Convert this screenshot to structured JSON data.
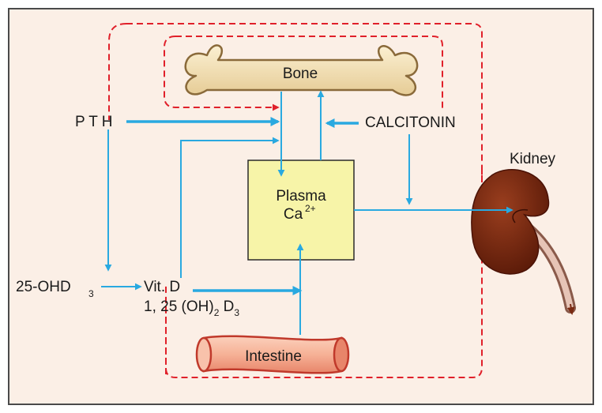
{
  "labels": {
    "bone": "Bone",
    "intestine": "Intestine",
    "kidney": "Kidney",
    "pth": "P T H",
    "calcitonin": "CALCITONIN",
    "plasma_line1": "Plasma",
    "plasma_ca": "Ca",
    "plasma_charge": "2+",
    "ohd_prefix": "25-OHD",
    "ohd_sub": "3",
    "vitd_line1": "Vit. D",
    "vitd_line2_a": "1, 25 (OH)",
    "vitd_line2_sub1": "2",
    "vitd_line2_b": " D",
    "vitd_line2_sub2": "3"
  },
  "colors": {
    "background": "#fbefe6",
    "arrow_blue": "#29a9e0",
    "dashed_red": "#e0202a",
    "plasma_box": "#f7f4a8",
    "bone_fill": "#f0dcae",
    "bone_stroke": "#8a6a3a",
    "intestine_fill": "#f4a98a",
    "intestine_stroke": "#c0392b",
    "kidney_fill": "#7a2a12"
  }
}
